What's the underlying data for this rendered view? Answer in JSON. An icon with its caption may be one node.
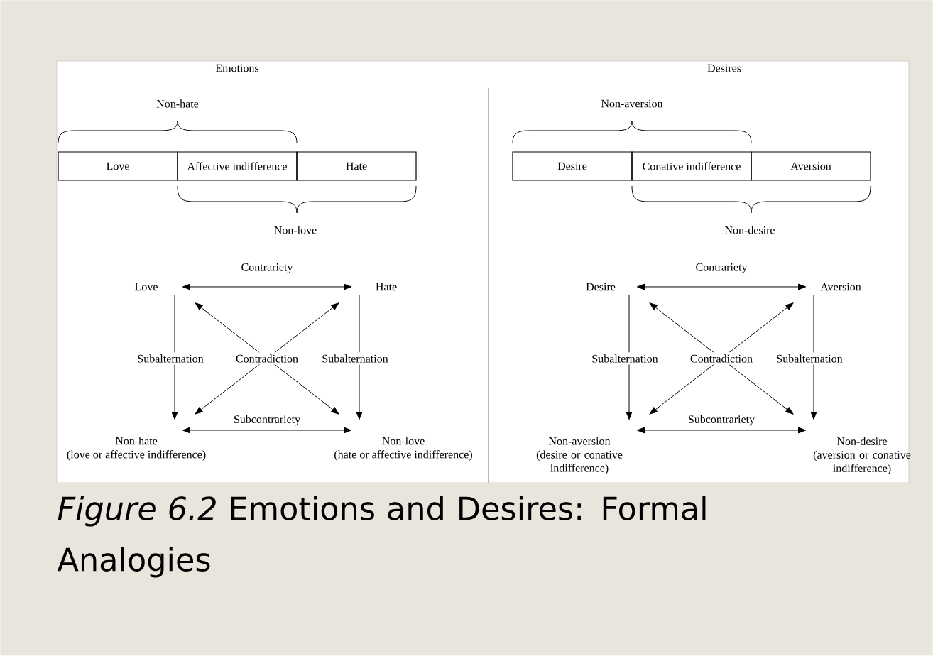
{
  "diagram": {
    "caption": "*Figure 6.2* Emotions and Desires: Formal Analogies",
    "nodes": [
      {
        "text": [
          "Love"
        ]
      },
      {
        "text": [
          "Affective indifference"
        ]
      },
      {
        "text": [
          "Hate"
        ]
      },
      {
        "text": [
          "Love"
        ]
      },
      {
        "text": [
          "Hate"
        ]
      },
      {
        "text": [
          "Non-hate",
          "(love or affective indifference)"
        ]
      },
      {
        "text": [
          "Non-love",
          "(hate or affective indifference)"
        ]
      },
      {
        "text": [
          "Desire"
        ]
      },
      {
        "text": [
          "Conative indifference"
        ]
      },
      {
        "text": [
          "Aversion"
        ]
      },
      {
        "text": [
          "Desire"
        ]
      },
      {
        "text": [
          "Aversion"
        ]
      },
      {
        "text": [
          "Non-aversion",
          "(desire or conative indifference)"
        ]
      },
      {
        "text": [
          "Non-desire",
          "(aversion or conative indifference)"
        ]
      }
    ],
    "edges": [
      {
        "from": 3,
        "to": 4,
        "arrow": "both",
        "label": "Contrariety"
      },
      {
        "from": 3,
        "to": 5,
        "arrow": "to",
        "label": "Subalternation"
      },
      {
        "from": 3,
        "to": 6,
        "arrow": "both",
        "label": "Contradiction"
      },
      {
        "from": 4,
        "to": 5,
        "arrow": "both"
      },
      {
        "from": 4,
        "to": 6,
        "arrow": "to",
        "label": "Subalternation"
      },
      {
        "from": 5,
        "to": 6,
        "arrow": "both",
        "label": "Subcontrariety"
      },
      {
        "from": 10,
        "to": 11,
        "arrow": "both",
        "label": "Contrariety"
      },
      {
        "from": 10,
        "to": 12,
        "arrow": "to",
        "label": "Subalternation"
      },
      {
        "from": 10,
        "to": 13,
        "arrow": "both",
        "label": "Contradiction"
      },
      {
        "from": 11,
        "to": 12,
        "arrow": "both"
      },
      {
        "from": 11,
        "to": 13,
        "arrow": "to",
        "label": "Subalternation"
      },
      {
        "from": 12,
        "to": 13,
        "arrow": "both",
        "label": "Subcontrariety"
      }
    ],
    "labels": [
      "Emotions",
      "Non-hate",
      "Non-love",
      "Desires",
      "Non-aversion",
      "Non-desire"
    ]
  }
}
